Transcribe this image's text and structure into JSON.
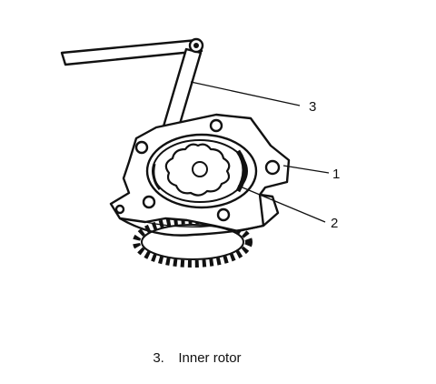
{
  "figure": {
    "callouts": [
      {
        "number": "3"
      },
      {
        "number": "1"
      },
      {
        "number": "2"
      }
    ],
    "caption": {
      "number": "3.",
      "text": "Inner rotor"
    }
  },
  "colors": {
    "line": "#111111",
    "background": "#ffffff"
  }
}
